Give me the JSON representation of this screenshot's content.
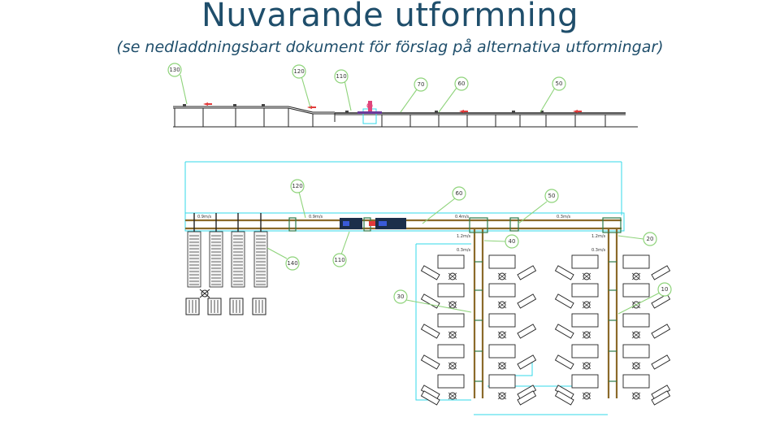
{
  "title": "Nuvarande utformning",
  "subtitle": "(se nedladdningsbart dokument för förslag på alternativa utformingar)",
  "side_view": {
    "tags": [
      "130",
      "120",
      "110",
      "70",
      "60",
      "50"
    ]
  },
  "top_view": {
    "tags": [
      "120",
      "60",
      "50",
      "140",
      "110",
      "40",
      "20",
      "30",
      "10"
    ],
    "speed_labels": [
      "0.9m/s",
      "0.9m/s",
      "0.4m/s",
      "0.3m/s",
      "1.2m/s",
      "0.3m/s",
      "1.2m/s",
      "0.3m/s"
    ]
  }
}
